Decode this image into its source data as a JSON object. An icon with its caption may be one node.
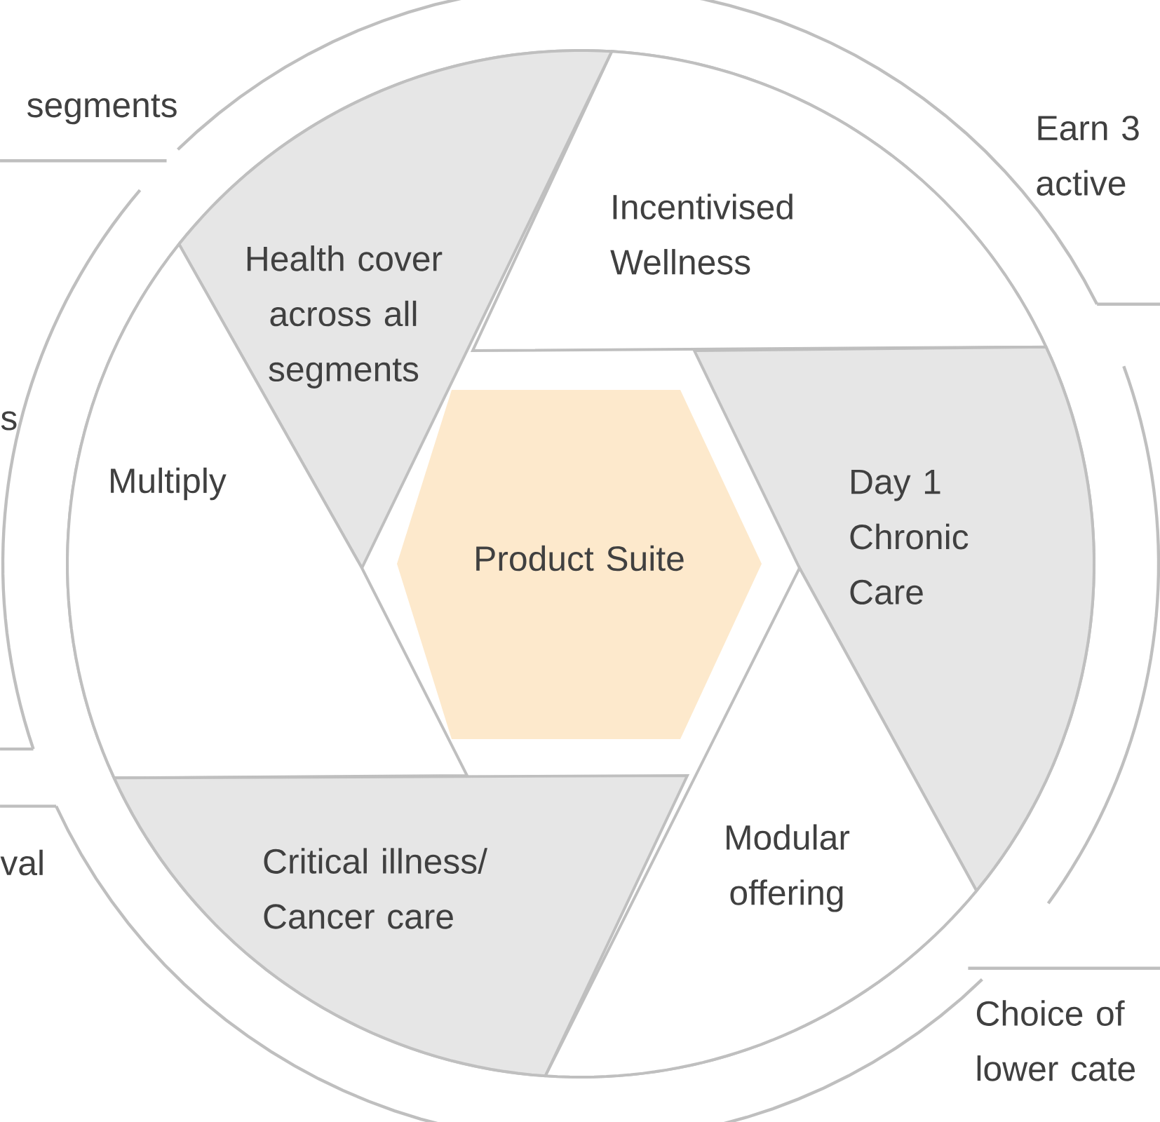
{
  "diagram": {
    "nodes": [
      {
        "text": [
          "Incentivised Wellness"
        ]
      },
      {
        "text": [
          "Health cover across all segments"
        ]
      },
      {
        "text": [
          "Multiply"
        ]
      },
      {
        "text": [
          "Day 1 Chronic Care"
        ]
      },
      {
        "text": [
          "Product Suite"
        ]
      },
      {
        "text": [
          "Modular offering"
        ]
      },
      {
        "text": [
          "Critical illness/ Cancer care"
        ]
      }
    ],
    "labels": [
      "segments",
      "Earn 3 active",
      "s",
      "val",
      "Choice of lower cate"
    ]
  }
}
